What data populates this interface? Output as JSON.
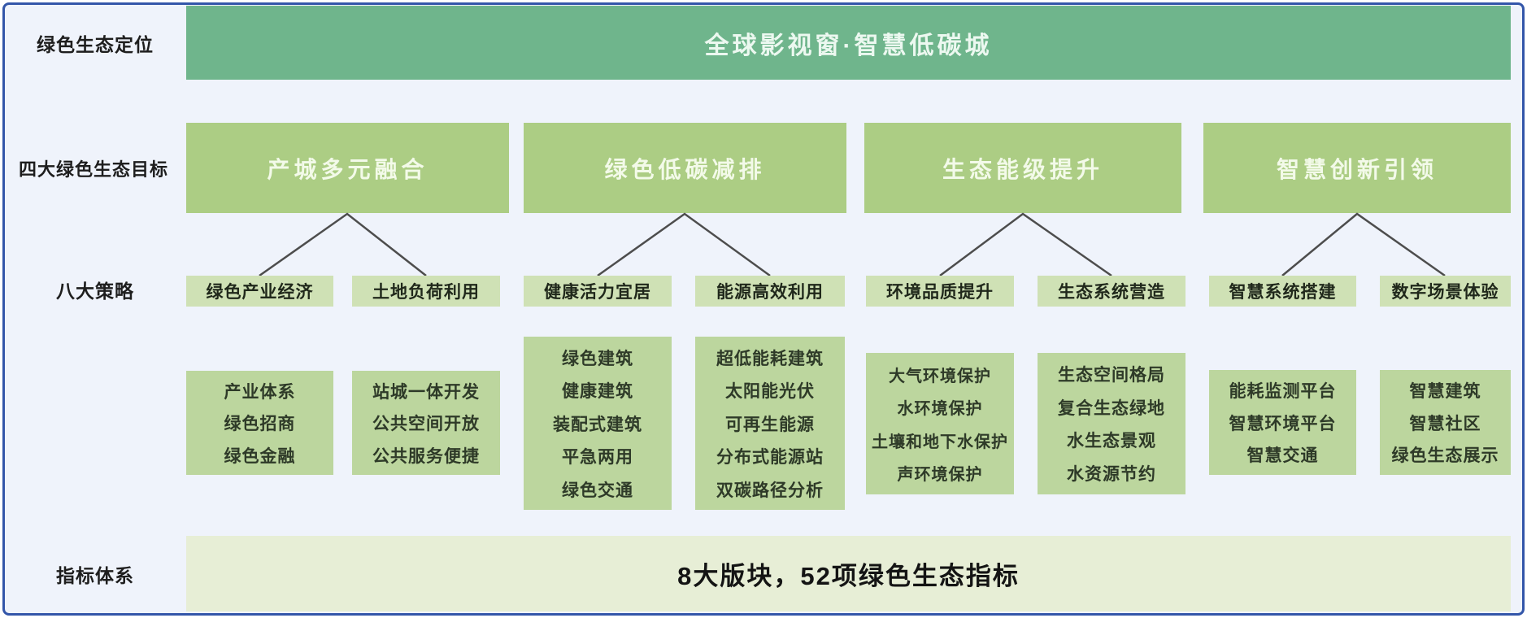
{
  "left_labels": {
    "positioning": "绿色生态定位",
    "goals": "四大绿色生态目标",
    "strategies": "八大策略",
    "indicators": "指标体系"
  },
  "positioning_banner": "全球影视窗·智慧低碳城",
  "goals": [
    "产城多元融合",
    "绿色低碳减排",
    "生态能级提升",
    "智慧创新引领"
  ],
  "strategies": [
    "绿色产业经济",
    "土地负荷利用",
    "健康活力宜居",
    "能源高效利用",
    "环境品质提升",
    "生态系统营造",
    "智慧系统搭建",
    "数字场景体验"
  ],
  "details": [
    [
      "产业体系",
      "绿色招商",
      "绿色金融"
    ],
    [
      "站城一体开发",
      "公共空间开放",
      "公共服务便捷"
    ],
    [
      "绿色建筑",
      "健康建筑",
      "装配式建筑",
      "平急两用",
      "绿色交通"
    ],
    [
      "超低能耗建筑",
      "太阳能光伏",
      "可再生能源",
      "分布式能源站",
      "双碳路径分析"
    ],
    [
      "大气环境保护",
      "水环境保护",
      "土壤和地下水保护",
      "声环境保护"
    ],
    [
      "生态空间格局",
      "复合生态绿地",
      "水生态景观",
      "水资源节约"
    ],
    [
      "能耗监测平台",
      "智慧环境平台",
      "智慧交通"
    ],
    [
      "智慧建筑",
      "智慧社区",
      "绿色生态展示"
    ]
  ],
  "indicator_banner": "8大版块，52项绿色生态指标",
  "colors": {
    "frame_border": "#3356a9",
    "background": "#eff3fb",
    "positioning_banner_green": "#6fb58c",
    "goal_green": "#accd84",
    "strategy_green": "#cfe1b5",
    "detail_green": "#bcd69e",
    "indicator_green": "#e7eed6",
    "connector_gray": "#4d4d4d"
  }
}
